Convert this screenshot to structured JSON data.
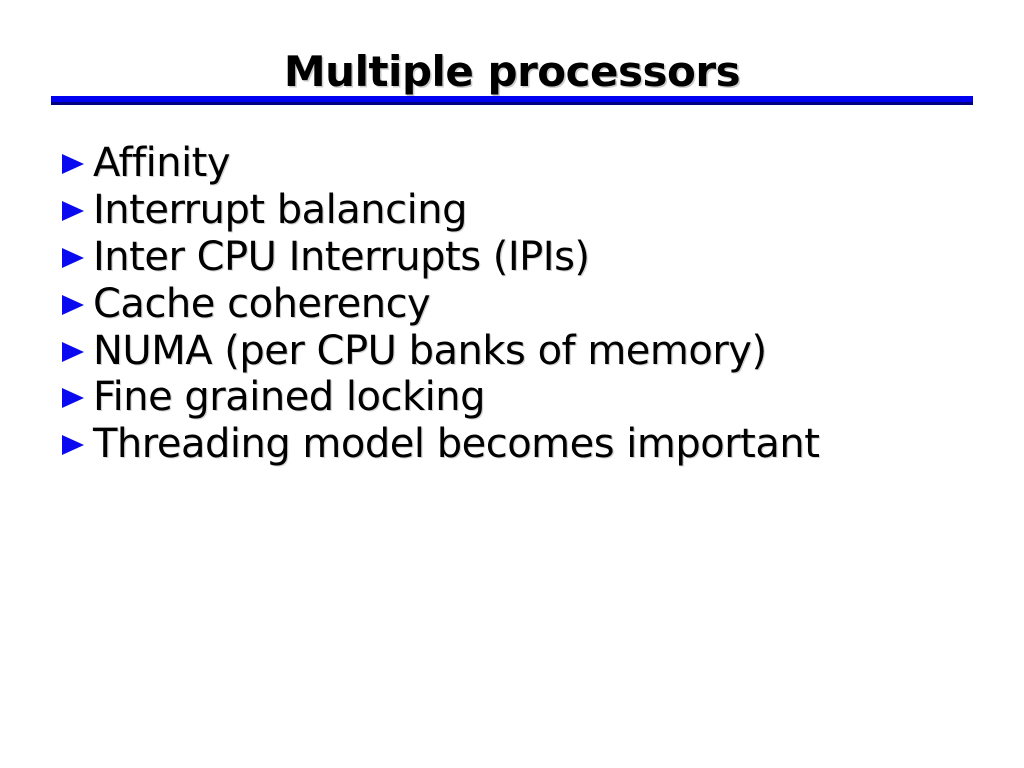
{
  "slide": {
    "title": "Multiple processors",
    "bullets": [
      "Affinity",
      "Interrupt balancing",
      "Inter CPU Interrupts (IPIs)",
      "Cache coherency",
      "NUMA (per CPU banks of memory)",
      "Fine grained locking",
      "Threading model becomes important"
    ],
    "colors": {
      "background": "#ffffff",
      "title": "#000000",
      "text": "#000000",
      "rule_top": "#0101f2",
      "rule_bottom": "#000080",
      "bullet": "#0a0af0"
    }
  }
}
